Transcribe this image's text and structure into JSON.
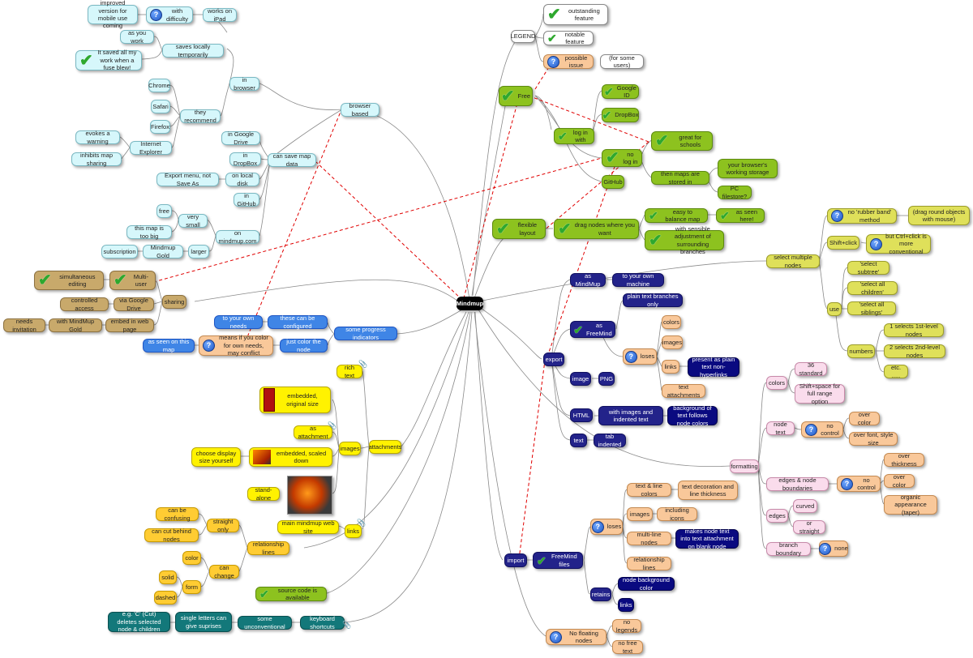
{
  "mindmap": {
    "root": "Mindmup",
    "legend": {
      "title": "LEGEND",
      "outstanding": "outstanding feature",
      "notable": "notable feature",
      "possible_issue": "possible issue",
      "for_some_users": "(for some users)"
    },
    "free": {
      "label": "Free",
      "log_in_with": "log in with",
      "google_id": "Google ID",
      "dropbox": "DropBox",
      "no_log_in": "no log in",
      "great_for_schools": "great for schools",
      "github": "GitHub",
      "maps_stored": "then maps are stored in",
      "browser_storage": "your browser's working storage",
      "pc_filestore": "PC filestore?"
    },
    "flexible": {
      "label": "flexible layout",
      "drag_nodes": "drag nodes where you want",
      "easy_balance": "easy to balance map",
      "as_seen_here": "as seen here!",
      "sensible_adjust": "with sensible adjustment of surrounding branches"
    },
    "select": {
      "label": "select multiple nodes",
      "no_rubber": "no 'rubber band'  method",
      "drag_round": "(drag round objects with mouse)",
      "shift_click": "Shift+click",
      "ctrl_click": "but Ctrl+click is more conventional",
      "use": "use",
      "sel_subtree": "'select subtree'",
      "sel_children": "'select all children'",
      "sel_siblings": "'select all siblings'",
      "numbers": "numbers",
      "n1": "1 selects 1st-level nodes",
      "n2": "2 selects 2nd-level nodes",
      "etc": "etc. ....."
    },
    "export": {
      "label": "export",
      "as_mindmup": "as MindMup",
      "own_machine": "to your own machine",
      "as_freemind": "as FreeMind",
      "plain_branches": "plain text branches only",
      "loses": "loses",
      "colors": "colors",
      "images": "images",
      "links": "links",
      "present_plain": "present as plain text non-hyperlinks",
      "text_attach": "text attachments",
      "image": "image",
      "png": "PNG",
      "html": "HTML",
      "with_images": "with images and indented text",
      "bg_text": "background of text follows node colors",
      "text": "text",
      "tab_indented": "tab indented"
    },
    "formatting": {
      "label": "formatting",
      "colors": "colors",
      "std36": "36 standard",
      "shift_space": "Shift+space for full range option",
      "node_text": "node text",
      "no_control": "no control",
      "over_color": "over color",
      "over_font": "over font, style size",
      "edges_bound": "edges & node boundaries",
      "no_control2": "no control",
      "over_thickness": "over thickness",
      "over_color2": "over color",
      "organic": "organic appearance (taper)",
      "edges": "edges",
      "curved": "curved",
      "straight": "or straight",
      "branch_boundary": "branch boundary",
      "none": "none"
    },
    "import": {
      "label": "import",
      "freemind_files": "FreeMind files",
      "loses": "loses",
      "text_line_colors": "text & line colors",
      "text_decoration": "text decoration and line thickness",
      "images": "images",
      "including_icons": "including icons",
      "multi_line": "multi-line nodes",
      "makes_node_text": "makes node text into text attachment on blank node",
      "relationship_lines": "relationship lines",
      "retains": "retains",
      "node_bg": "node background color",
      "links": "links",
      "no_floating": "No floating nodes",
      "no_legends": "no legends",
      "no_free_text": "no free text"
    },
    "browser": {
      "label": "browser based",
      "works_ipad": "works on iPad",
      "with_difficulty": "with difficulty",
      "improved_mobile": "improved version for mobile use coming",
      "in_browser": "in browser",
      "saves_locally": "saves locally temporarily",
      "as_you_work": "as you work",
      "saved_all": "It saved all my work when a fuse blew!",
      "they_recommend": "they recommend",
      "chrome": "Chrome",
      "safari": "Safari",
      "firefox": "Firefox",
      "ie": "Internet Explorer",
      "evokes_warning": "evokes a warning",
      "inhibits": "inhibits map sharing",
      "can_save": "can save map data",
      "in_gdrive": "in Google Drive",
      "in_dropbox": "in DropBox",
      "local_disk": "on local disk",
      "export_menu": "Export menu, not Save As",
      "in_github": "in GitHub",
      "on_mindmup": "on mindmup.com",
      "free": "free",
      "very_small": "very small",
      "too_big": "this map is too big",
      "larger": "larger",
      "mindmup_gold": "Mindmup Gold",
      "subscription": "subscription"
    },
    "sharing": {
      "label": "sharing",
      "multi_user": "Multi-user",
      "simultaneous": "simultaneous editing",
      "via_gdrive": "via  Google Drive",
      "controlled": "controlled access",
      "embed": "embed in web page",
      "with_gold": "with MindMup Gold",
      "needs_invite": "needs invitation"
    },
    "progress": {
      "label": "some progress indicators",
      "configured": "these can be configured",
      "own_needs": "to your own needs",
      "just_color": "just color the node",
      "means_if": "means if you color for own needs, may conflict",
      "as_seen": "as seen on this map"
    },
    "attachments": {
      "label": "attachments",
      "rich_text": "rich text",
      "images": "images",
      "embedded_original": "embedded, original size",
      "as_attachment": "as attachment",
      "embedded_scaled": "embedded, scaled down",
      "choose_display": "choose display size yourself",
      "stand_alone": "stand-alone",
      "links": "links",
      "main_site": "main mindmup web site"
    },
    "relationship": {
      "label": "relationship lines",
      "straight_only": "straight only",
      "can_be_confusing": "can be confusing",
      "can_cut": "can cut behind nodes",
      "can_change": "can change",
      "color": "color",
      "form": "form",
      "solid": "solid",
      "dashed": "dashed"
    },
    "source": {
      "label": "source code is available"
    },
    "shortcuts": {
      "label": "keyboard shortcuts",
      "unconventional": "some unconventional",
      "single_letters": "single letters can give suprises",
      "eg_c": "e.g. 'C' (Cut) deletes selected node & children"
    }
  }
}
